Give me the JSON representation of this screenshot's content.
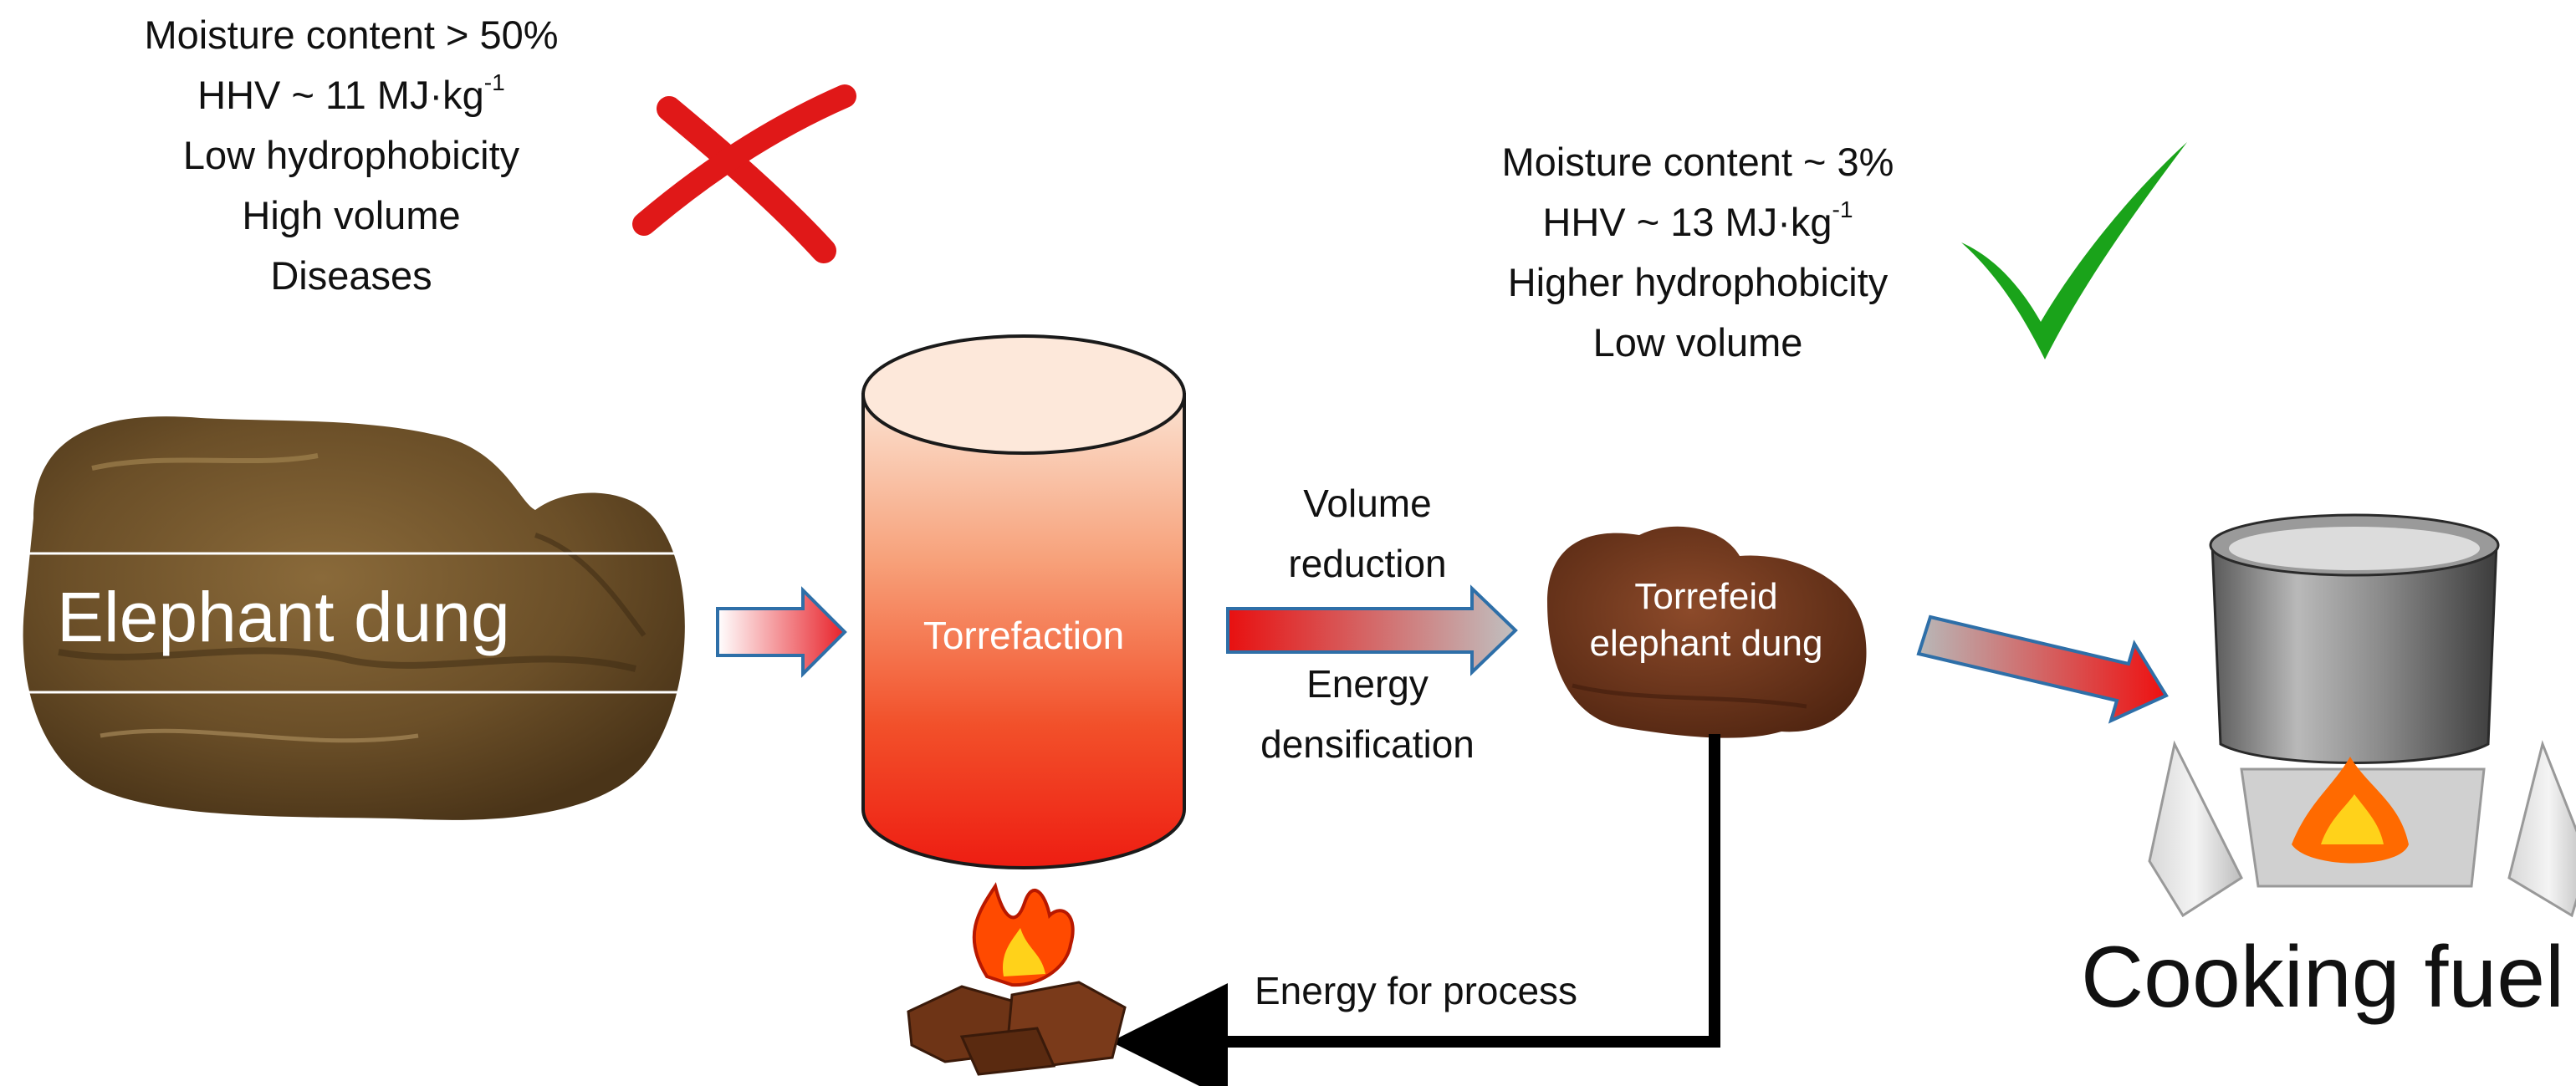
{
  "raw": {
    "label": "Elephant dung",
    "properties": {
      "moisture": "Moisture content > 50%",
      "hhv": "HHV ~ 11 MJ·kg",
      "hhv_exp": "-1",
      "hydrophobicity": "Low hydrophobicity",
      "volume": "High volume",
      "diseases": "Diseases"
    },
    "status_icon": "cross-icon",
    "status_color": "#e01818"
  },
  "process": {
    "label": "Torrefaction",
    "arrow_top": "Volume",
    "arrow_top_2": "reduction",
    "arrow_bottom": "Energy",
    "arrow_bottom_2": "densification",
    "feedback": "Energy for process"
  },
  "product": {
    "label_line1": "Torrefeid",
    "label_line2": "elephant dung",
    "properties": {
      "moisture": "Moisture content ~ 3%",
      "hhv": "HHV ~ 13 MJ·kg",
      "hhv_exp": "-1",
      "hydrophobicity": "Higher hydrophobicity",
      "volume": "Low volume"
    },
    "status_icon": "check-icon",
    "status_color": "#1aa31a"
  },
  "end_use": {
    "label": "Cooking fuel"
  }
}
